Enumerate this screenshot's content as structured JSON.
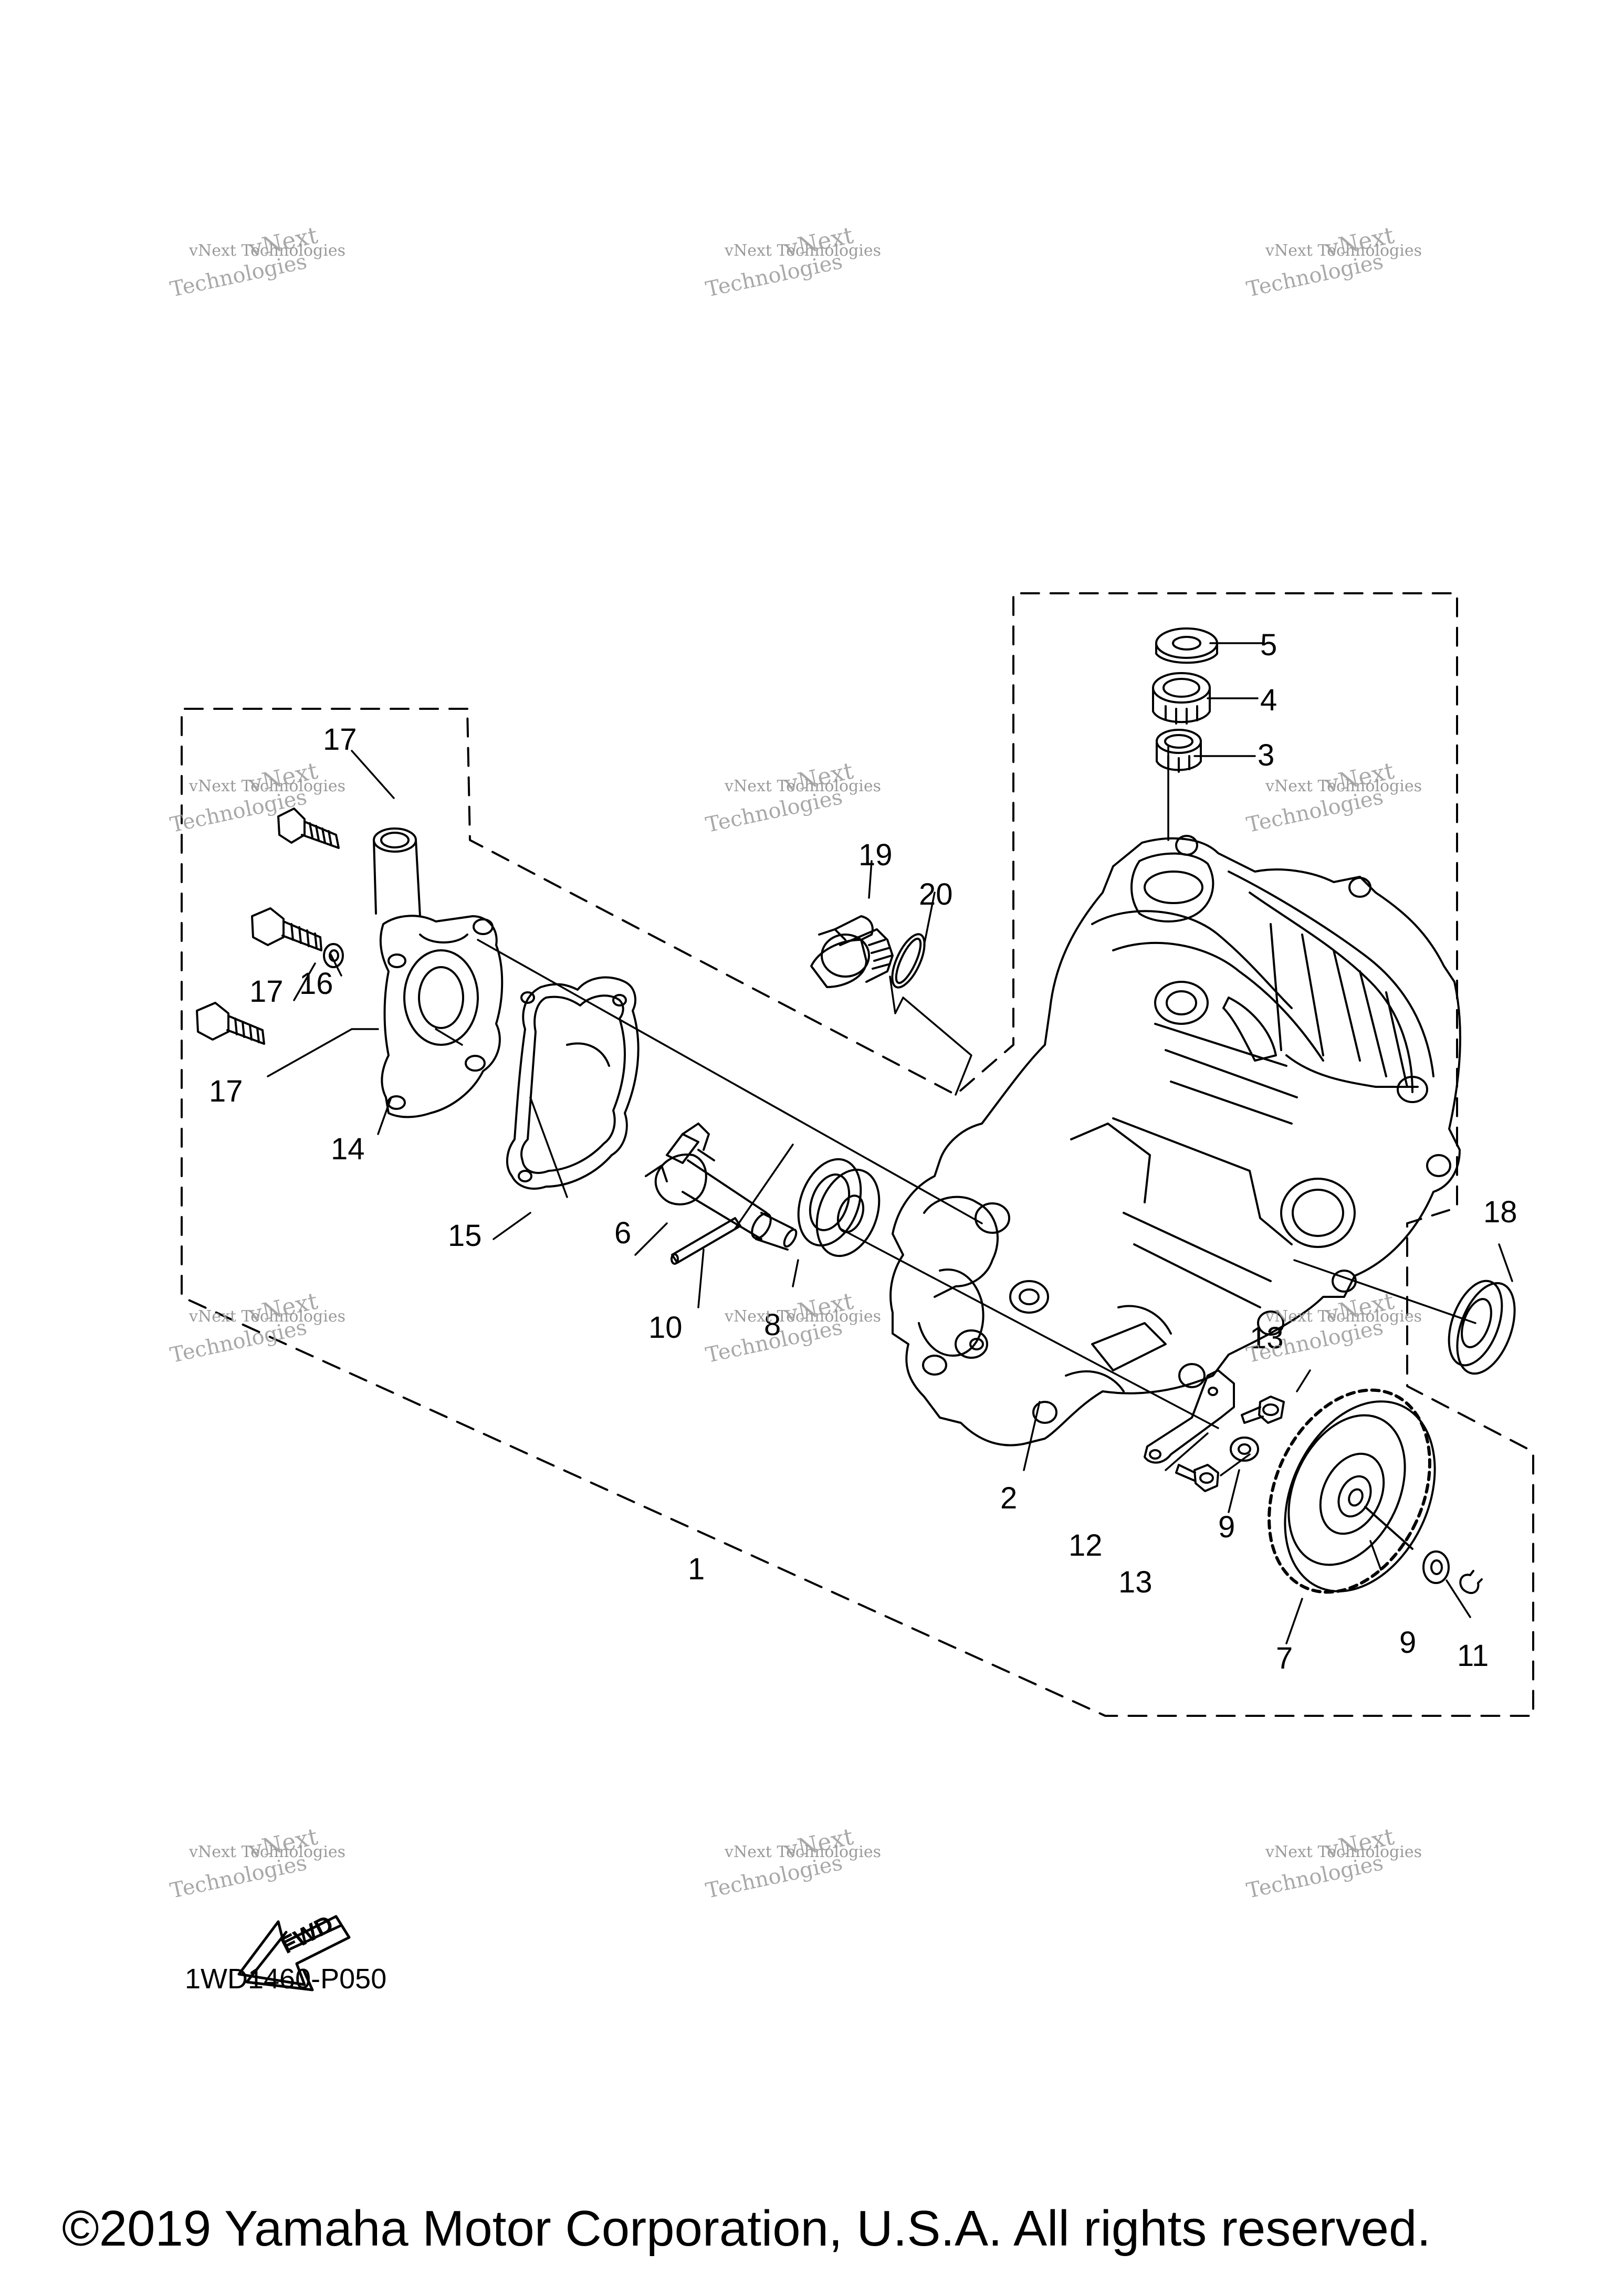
{
  "diagram_code": "1WD1460-P050",
  "copyright": "©2019 Yamaha Motor Corporation, U.S.A. All rights reserved.",
  "direction_arrow": {
    "icon": "fwd-arrow-icon",
    "label": "FWD"
  },
  "watermark": {
    "line1": "vNext Technologies",
    "line2": "vNext",
    "line3": "Technologies"
  },
  "callouts": [
    "1",
    "2",
    "3",
    "4",
    "5",
    "6",
    "7",
    "8",
    "9",
    "9",
    "10",
    "11",
    "12",
    "13",
    "13",
    "14",
    "15",
    "16",
    "17",
    "17",
    "17",
    "18",
    "19",
    "20"
  ],
  "parts": [
    {
      "icon": "crankcase-cover-icon"
    },
    {
      "icon": "water-pump-housing-icon"
    },
    {
      "icon": "gasket-icon"
    },
    {
      "icon": "impeller-shaft-icon"
    },
    {
      "icon": "pin-icon"
    },
    {
      "icon": "bearing-icon"
    },
    {
      "icon": "oil-seal-icon"
    },
    {
      "icon": "needle-bearing-icon"
    },
    {
      "icon": "gear-icon"
    },
    {
      "icon": "bracket-icon"
    },
    {
      "icon": "bolt-icon"
    },
    {
      "icon": "washer-icon"
    },
    {
      "icon": "circlip-icon"
    },
    {
      "icon": "plug-icon"
    },
    {
      "icon": "o-ring-icon"
    }
  ]
}
